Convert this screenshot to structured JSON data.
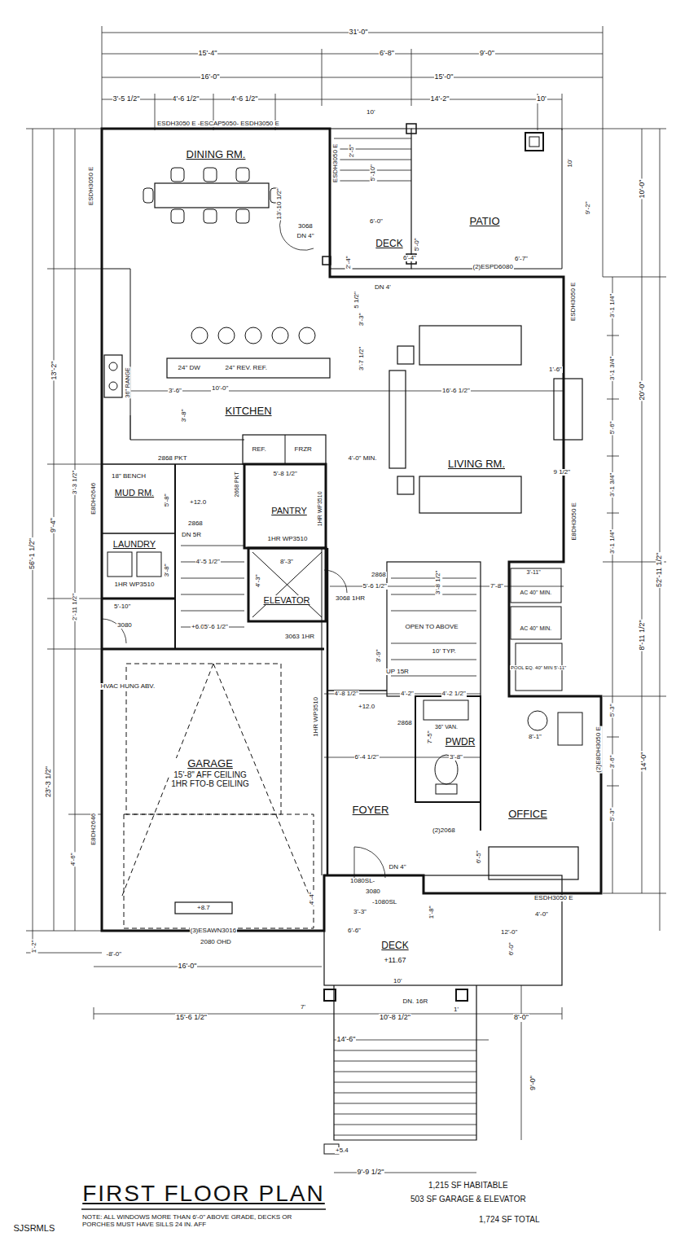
{
  "diagram": {
    "title": "FIRST FLOOR PLAN",
    "nodes": [
      {
        "text": [
          "DINING RM."
        ]
      },
      {
        "text": [
          "DECK"
        ]
      },
      {
        "text": [
          "PATIO"
        ]
      },
      {
        "text": [
          "KITCHEN"
        ]
      },
      {
        "text": [
          "LIVING RM."
        ]
      },
      {
        "text": [
          "MUD RM."
        ]
      },
      {
        "text": [
          "PANTRY"
        ]
      },
      {
        "text": [
          "LAUNDRY"
        ]
      },
      {
        "text": [
          "ELEVATOR"
        ]
      },
      {
        "text": [
          "GARAGE",
          "15'-8\" AFF CEILING",
          "1HR FTO-B CEILING"
        ]
      },
      {
        "text": [
          "FOYER"
        ]
      },
      {
        "text": [
          "PWDR"
        ]
      },
      {
        "text": [
          "OFFICE"
        ]
      },
      {
        "text": [
          "DECK"
        ]
      }
    ],
    "labels": [
      "31'-0\"",
      "15'-4\"",
      "6'-8\"",
      "9'-0\"",
      "16'-0\"",
      "15'-0\"",
      "3'-5 1/2\"",
      "4'-6 1/2\"",
      "4'-6 1/2\"",
      "14'-2\"",
      "10'",
      "ESDH3050 E -ESCAP5050- ESDH3050 E",
      "ESDH3050 E",
      "ESDH3050 E",
      "2'-5\"",
      "5'-10\"",
      "10'",
      "13'-10 1/2\"",
      "3068",
      "DN 4\"",
      "6'-0\"",
      "5'-0\"",
      "2'-4\"",
      "6'-4\"",
      "(2)ESPD6080",
      "6'-7\"",
      "9'-2\"",
      "10'",
      "10'-0\"",
      "DN 4'",
      "5 1/2\"",
      "3'-3\"",
      "3'-7 1/2\"",
      "ESDH3050 E",
      "3'-1 1/4\"",
      "3'-1 3/4\"",
      "1'-6\"",
      "24\" DW",
      "24\" REV. REF.",
      "36\" RANGE",
      "3'-6\"",
      "10'-0\"",
      "16'-6 1/2\"",
      "5'-6\"",
      "3'-8\"",
      "20'-0\"",
      "13'-2\"",
      "2868 PKT",
      "REF.",
      "FRZR",
      "4'-0\" MIN.",
      "9 1/2\"",
      "3'-1 3/4\"",
      "18\" BENCH",
      "+12.0",
      "5'-8 1/2\"",
      "2668 PKT",
      "3'-3 1/2\"",
      "E8DH2646",
      "9'-4\"",
      "5'-8\"",
      "2868",
      "DN 5R",
      "1HR WP3510",
      "1HR WP3510",
      "3'-8\"",
      "4'-5 1/2\"",
      "8'-3\"",
      "4'-3\"",
      "5'-6 1/2\"",
      "7'-8\"",
      "3'-1 1/4\"",
      "E8DH3050 E",
      "1HR WP3510",
      "2868",
      "3068 1HR",
      "3'-8 1/2\"",
      "3'-11\"",
      "AC 40\" MIN.",
      "AC 40\" MIN.",
      "OPEN TO ABOVE",
      "10' TYP.",
      "3'-9\"",
      "POOL EQ. 40\" MIN 5'-11\"",
      "8'-11 1/2\"",
      "52'-11 1/2\"",
      "56'-1 1/2\"",
      "2'-11 1/2\"",
      "5'-10\"",
      "3080",
      "+6.0",
      "5'-6 1/2\"",
      "3063 1HR",
      "UP 15R",
      "4'-8 1/2\"",
      "4'-2\"",
      "4'-2 1/2\"",
      "+12.0",
      "HVAC HUNG ABV.",
      "1HR WP3510",
      "23'-3 1/2\"",
      "2868",
      "36\" VAN.",
      "7'-5\"",
      "8'-1\"",
      "5'-3\"",
      "(2)E8DH3050 E",
      "3'-6\"",
      "14'-0\"",
      "6'-4 1/2\"",
      "3'-8\"",
      "5'-3\"",
      "(2)2068",
      "6'-5\"",
      "E8DH2646",
      "4'-6\"",
      "DN 4\"",
      "1080SL-",
      "3080",
      "-1080SL",
      "4'-4\"",
      "ESDH3050 E",
      "3'-3\"",
      "1'-8\"",
      "4'-0\"",
      "+8.7",
      "(3)ESAWN3016",
      "2080 OHD",
      "6'-6\"",
      "12'-0\"",
      "1'-2\"",
      "-8'-0\"",
      "6'-0\"",
      "16'-0\"",
      "10'",
      "DN. 16R",
      "7'",
      "1'",
      "15'-6 1/2\"",
      "10'-8 1/2\"",
      "8'-0\"",
      "14'-6\"",
      "9'-0\"",
      "+5.4",
      "9'-9 1/2\"",
      "1,215 SF HABITABLE",
      "503 SF GARAGE & ELEVATOR",
      "NOTE: ALL WINDOWS MORE THAN 6'-0\" ABOVE GRADE, DECKS OR PORCHES MUST HAVE SILLS 24 IN. AFF",
      "1,724 SF TOTAL",
      "SJSRMLS",
      "+11.67"
    ]
  }
}
